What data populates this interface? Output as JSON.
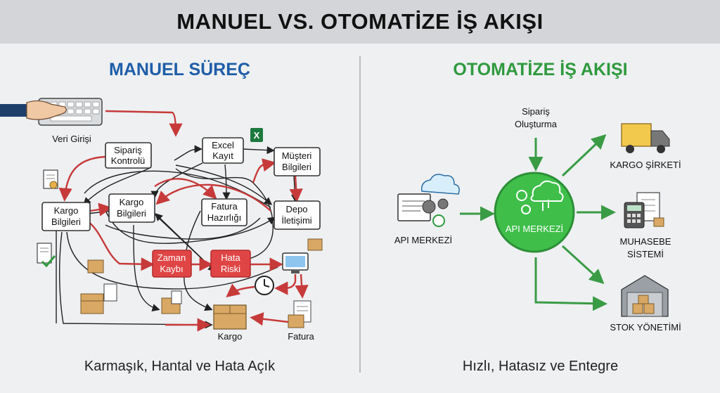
{
  "page": {
    "title": "MANUEL VS. OTOMATİZE İŞ AKIŞI"
  },
  "manual": {
    "title": "MANUEL SÜREÇ",
    "caption": "Karmaşık, Hantal ve Hata Açık",
    "data_entry_label": "Veri Girişi",
    "nodes": {
      "siparis_kontrolu": [
        "Sipariş",
        "Kontrolü"
      ],
      "excel_kayit": [
        "Excel",
        "Kayıt"
      ],
      "musteri_bilgileri": [
        "Müşteri",
        "Bilgileri"
      ],
      "kargo_bilgileri_left": [
        "Kargo",
        "Bilgileri"
      ],
      "kargo_bilgileri_mid": [
        "Kargo",
        "Bilgileri"
      ],
      "fatura_hazirligi": [
        "Fatura",
        "Hazırlığı"
      ],
      "depo_iletisimi": [
        "Depo",
        "İletişimi"
      ],
      "zaman_kaybi": [
        "Zaman",
        "Kaybı"
      ],
      "hata_riski": [
        "Hata",
        "Riski"
      ]
    },
    "kargo_label": "Kargo",
    "fatura_label": "Fatura",
    "excel_icon_letter": "X"
  },
  "automated": {
    "title": "OTOMATİZE İŞ AKIŞI",
    "caption": "Hızlı, Hatasız ve Entegre",
    "order_label": [
      "Sipariş",
      "Oluşturma"
    ],
    "source_label": "API MERKEZİ",
    "hub_label": "API MERKEZİ",
    "targets": {
      "kargo": "KARGO ŞİRKETİ",
      "muhasebe": [
        "MUHASEBE",
        "SİSTEMİ"
      ],
      "stok": "STOK YÖNETİMİ"
    }
  },
  "colors": {
    "manual_title": "#1f5ea8",
    "automated_title": "#2f9a3e",
    "risk_red": "#e04545",
    "flow_green": "#3a9b45",
    "hub_green": "#3fbf4a"
  }
}
